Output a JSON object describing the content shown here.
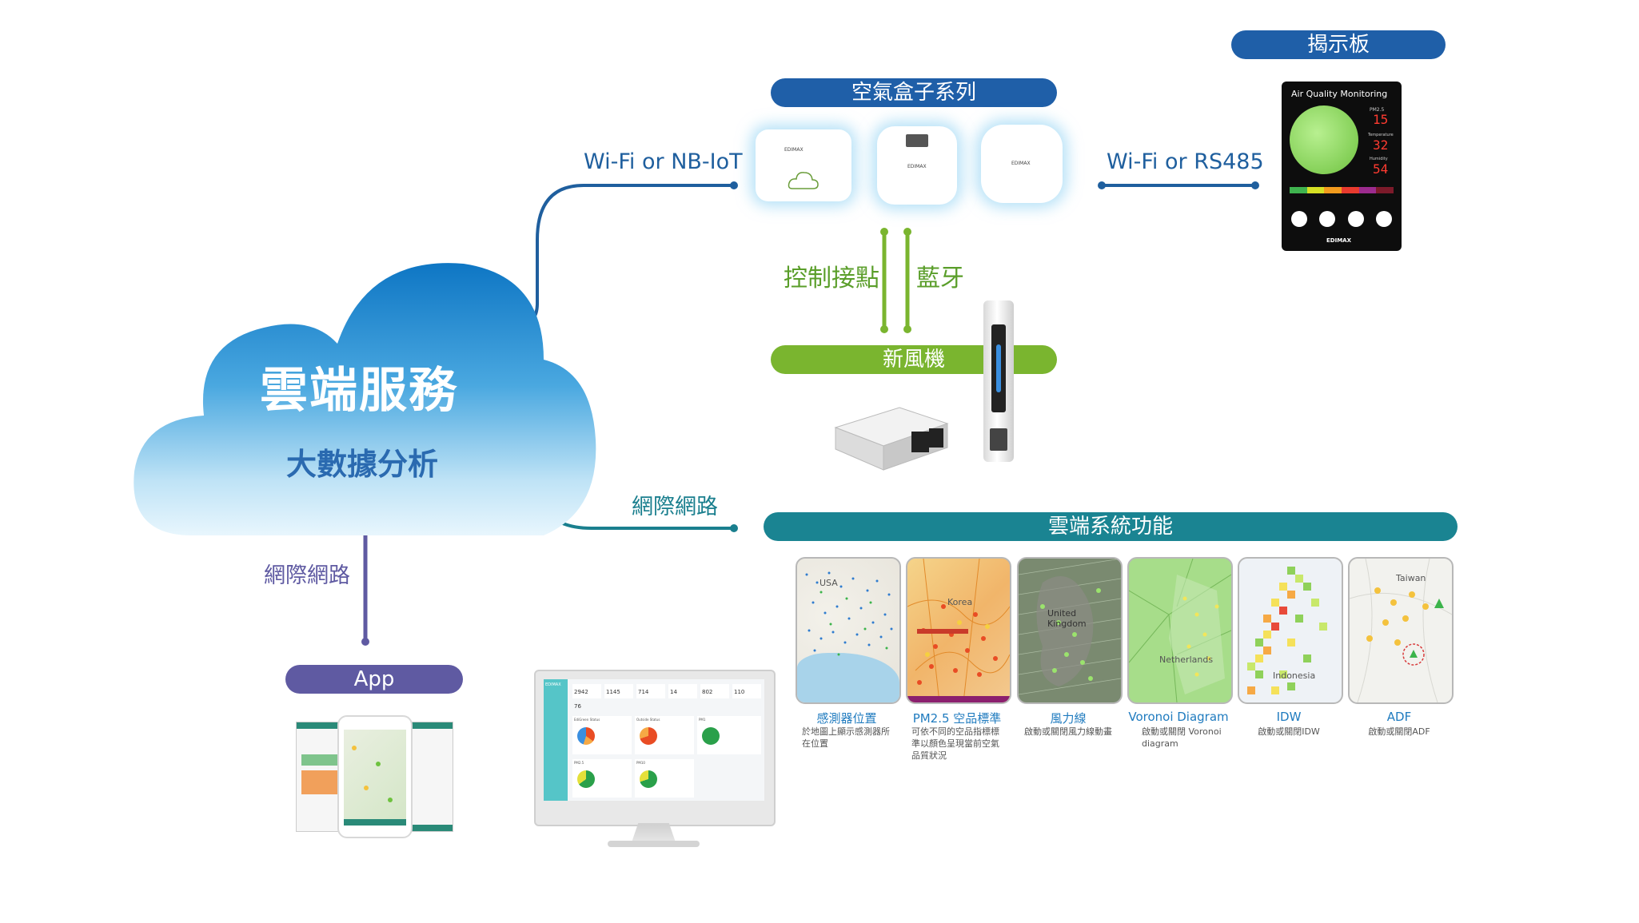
{
  "cloud": {
    "title": "雲端服務",
    "subtitle": "大數據分析"
  },
  "links": {
    "wifi_nbiot": "Wi-Fi or NB-IoT",
    "wifi_rs485": "Wi-Fi or RS485",
    "internet_right": "網際網路",
    "internet_down": "網際網路",
    "control_contact": "控制接點",
    "bluetooth": "藍牙"
  },
  "pills": {
    "air_box_series": "空氣盒子系列",
    "display_board": "揭示板",
    "fresh_air": "新風機",
    "cloud_functions": "雲端系統功能",
    "app": "App"
  },
  "display": {
    "title": "Air Quality Monitoring",
    "pm25_label": "PM2.5",
    "pm25_value": "15",
    "temp_label": "Temperature",
    "temp_value": "32",
    "hum_label": "Humidity",
    "hum_value": "54",
    "brand": "EDIMAX"
  },
  "devices": {
    "brand": "EDIMAX"
  },
  "functions": [
    {
      "title": "感測器位置",
      "desc": "於地圖上顯示感測器所在位置",
      "map_label": "USA"
    },
    {
      "title": "PM2.5 空品標準",
      "desc": "可依不同的空品指標標準以顏色呈現當前空氣品質狀況",
      "map_label": "Korea"
    },
    {
      "title": "風力線",
      "desc": "啟動或關閉風力線動畫",
      "map_label": "United Kingdom"
    },
    {
      "title": "Voronoi Diagram",
      "desc": "啟動或關閉 Voronoi diagram",
      "map_label": "Netherlands"
    },
    {
      "title": "IDW",
      "desc": "啟動或關閉IDW",
      "map_label": "Indonesia"
    },
    {
      "title": "ADF",
      "desc": "啟動或關閉ADF",
      "map_label": "Taiwan"
    }
  ],
  "dashboard": {
    "brand": "EDIMAX",
    "stats": [
      "2942",
      "1145",
      "714",
      "14",
      "802",
      "110"
    ],
    "stat_sub": "76",
    "panels": [
      "EdiGreen Status",
      "Outside Status",
      "PM1",
      "PM2.5",
      "PM10"
    ]
  },
  "colors": {
    "pill_blue": "#1f5fa8",
    "pill_green": "#7ab52f",
    "pill_teal": "#1a8492",
    "pill_purple": "#5f5aa2",
    "line_blue": "#1f5f9e",
    "line_green": "#7ab52f",
    "line_teal": "#1a7f8e",
    "line_purple": "#5f5aa2"
  }
}
